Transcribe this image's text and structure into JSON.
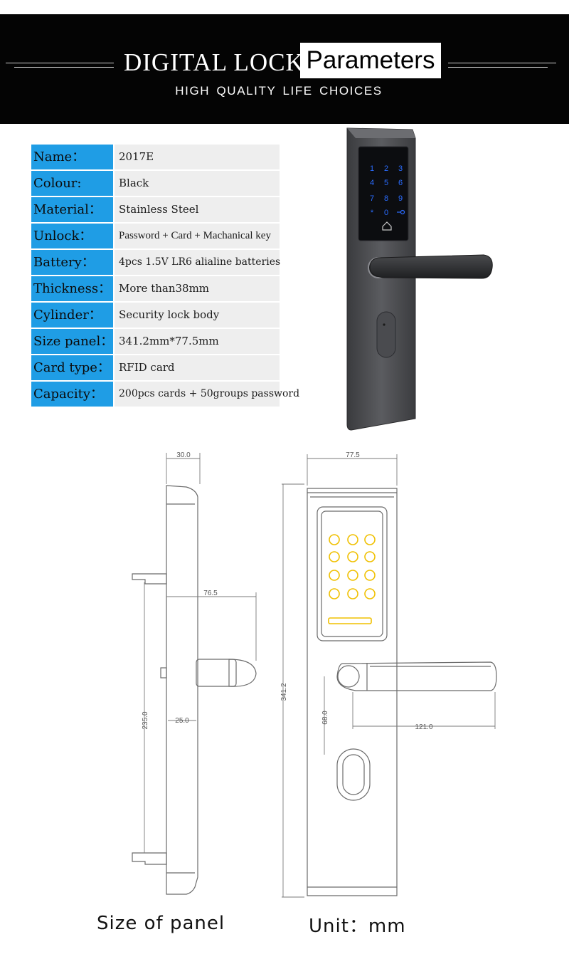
{
  "banner": {
    "title": "DIGITAL LOCK",
    "highlight": "Parameters",
    "subtitle": "HIGH QUALITY LIFE CHOICES",
    "background_color": "#040404"
  },
  "specs": [
    {
      "label": "Name：",
      "value": "2017E"
    },
    {
      "label": "Colour:",
      "value": "Black"
    },
    {
      "label": "Material：",
      "value": "Stainless Steel"
    },
    {
      "label": "Unlock：",
      "value": "Password + Card + Machanical key"
    },
    {
      "label": "Battery：",
      "value": "4pcs 1.5V LR6 alialine batteries"
    },
    {
      "label": "Thickness：",
      "value": "More than38mm"
    },
    {
      "label": "Cylinder：",
      "value": "Security lock body"
    },
    {
      "label": "Size panel：",
      "value": "341.2mm*77.5mm"
    },
    {
      "label": "Card type：",
      "value": "RFID card"
    },
    {
      "label": "Capacity：",
      "value": "200pcs cards + 50groups password"
    }
  ],
  "colors": {
    "label_bg": "#1f9de5",
    "value_bg": "#eeeeee",
    "keypad_glow": "#2a6cff",
    "drawing_key": "#f0c000"
  },
  "keypad": [
    "1",
    "2",
    "3",
    "4",
    "5",
    "6",
    "7",
    "8",
    "9",
    "*",
    "0",
    "key-icon"
  ],
  "dimensions": {
    "side_thickness": "30.0",
    "side_depth": "76.5",
    "side_height": "235.0",
    "side_offset": "25.0",
    "front_width": "77.5",
    "front_height": "341.2",
    "handle_height": "68.0",
    "handle_length": "121.0"
  },
  "captions": {
    "left": "Size of panel",
    "right": "Unit：mm"
  }
}
